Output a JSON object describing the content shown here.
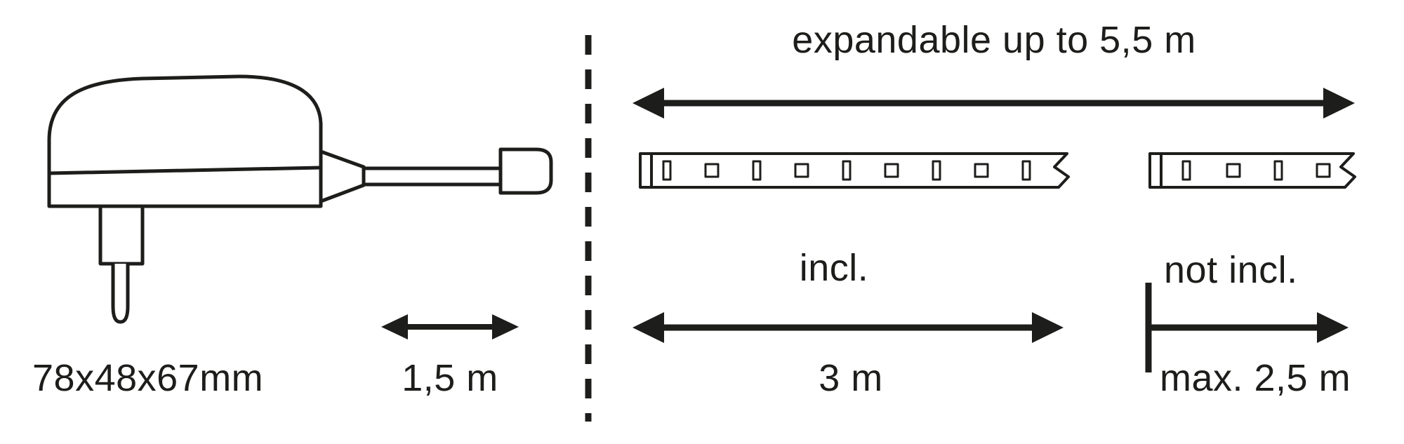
{
  "colors": {
    "ink": "#1d1d1b",
    "background": "#ffffff"
  },
  "left_panel": {
    "adapter_dimensions": "78x48x67mm",
    "cable_length": "1,5 m"
  },
  "right_panel": {
    "expandable_label": "expandable up to 5,5 m",
    "included_label": "incl.",
    "included_length": "3 m",
    "not_included_label": "not incl.",
    "not_included_max_length": "max. 2,5 m"
  },
  "figures": {
    "power_adapter": "power-adapter-drawing",
    "included_strip": "led-strip-included-drawing",
    "extension_strip": "led-strip-extension-drawing"
  }
}
